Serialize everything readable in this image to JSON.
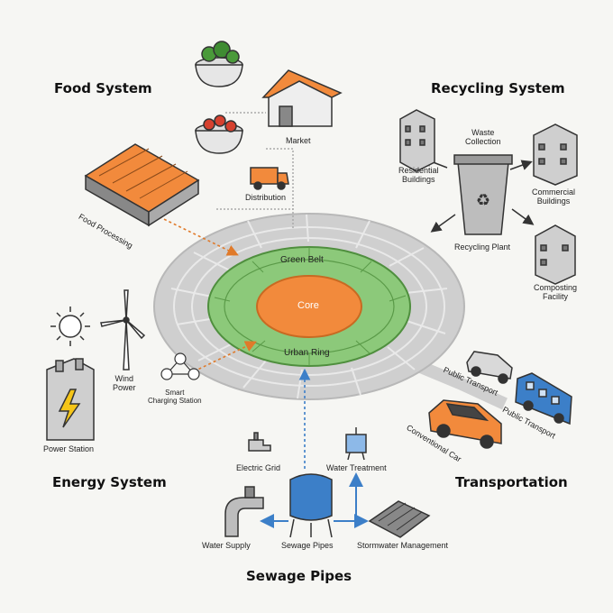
{
  "headings": {
    "food": "Food System",
    "recycling": "Recycling System",
    "energy": "Energy System",
    "transport": "Transportation",
    "sewage": "Sewage Pipes"
  },
  "city": {
    "core": "Core",
    "green_belt": "Green Belt",
    "urban_ring": "Urban Ring"
  },
  "food": {
    "market": "Market",
    "distribution": "Distribution",
    "processing": "Food Processing"
  },
  "recycling": {
    "waste_collection": "Waste\nCollection",
    "residential": "Residential\nBuildings",
    "commercial": "Commercial\nBuildings",
    "plant": "Recycling Plant",
    "composting": "Composting\nFacility"
  },
  "energy": {
    "wind": "Wind\nPower",
    "charging": "Smart\nCharging Station",
    "power_station": "Power Station"
  },
  "transport": {
    "public1": "Public Transport",
    "public2": "Public Transport",
    "car": "Conventional Car"
  },
  "water": {
    "electric_grid": "Electric Grid",
    "water_treatment": "Water Treatment",
    "water_supply": "Water Supply",
    "sewage_pipes": "Sewage Pipes",
    "stormwater": "Stormwater Management"
  },
  "colors": {
    "orange": "#f28a3c",
    "green": "#8cc97a",
    "blue": "#3c7fc8",
    "gray": "#c9c9c9"
  }
}
